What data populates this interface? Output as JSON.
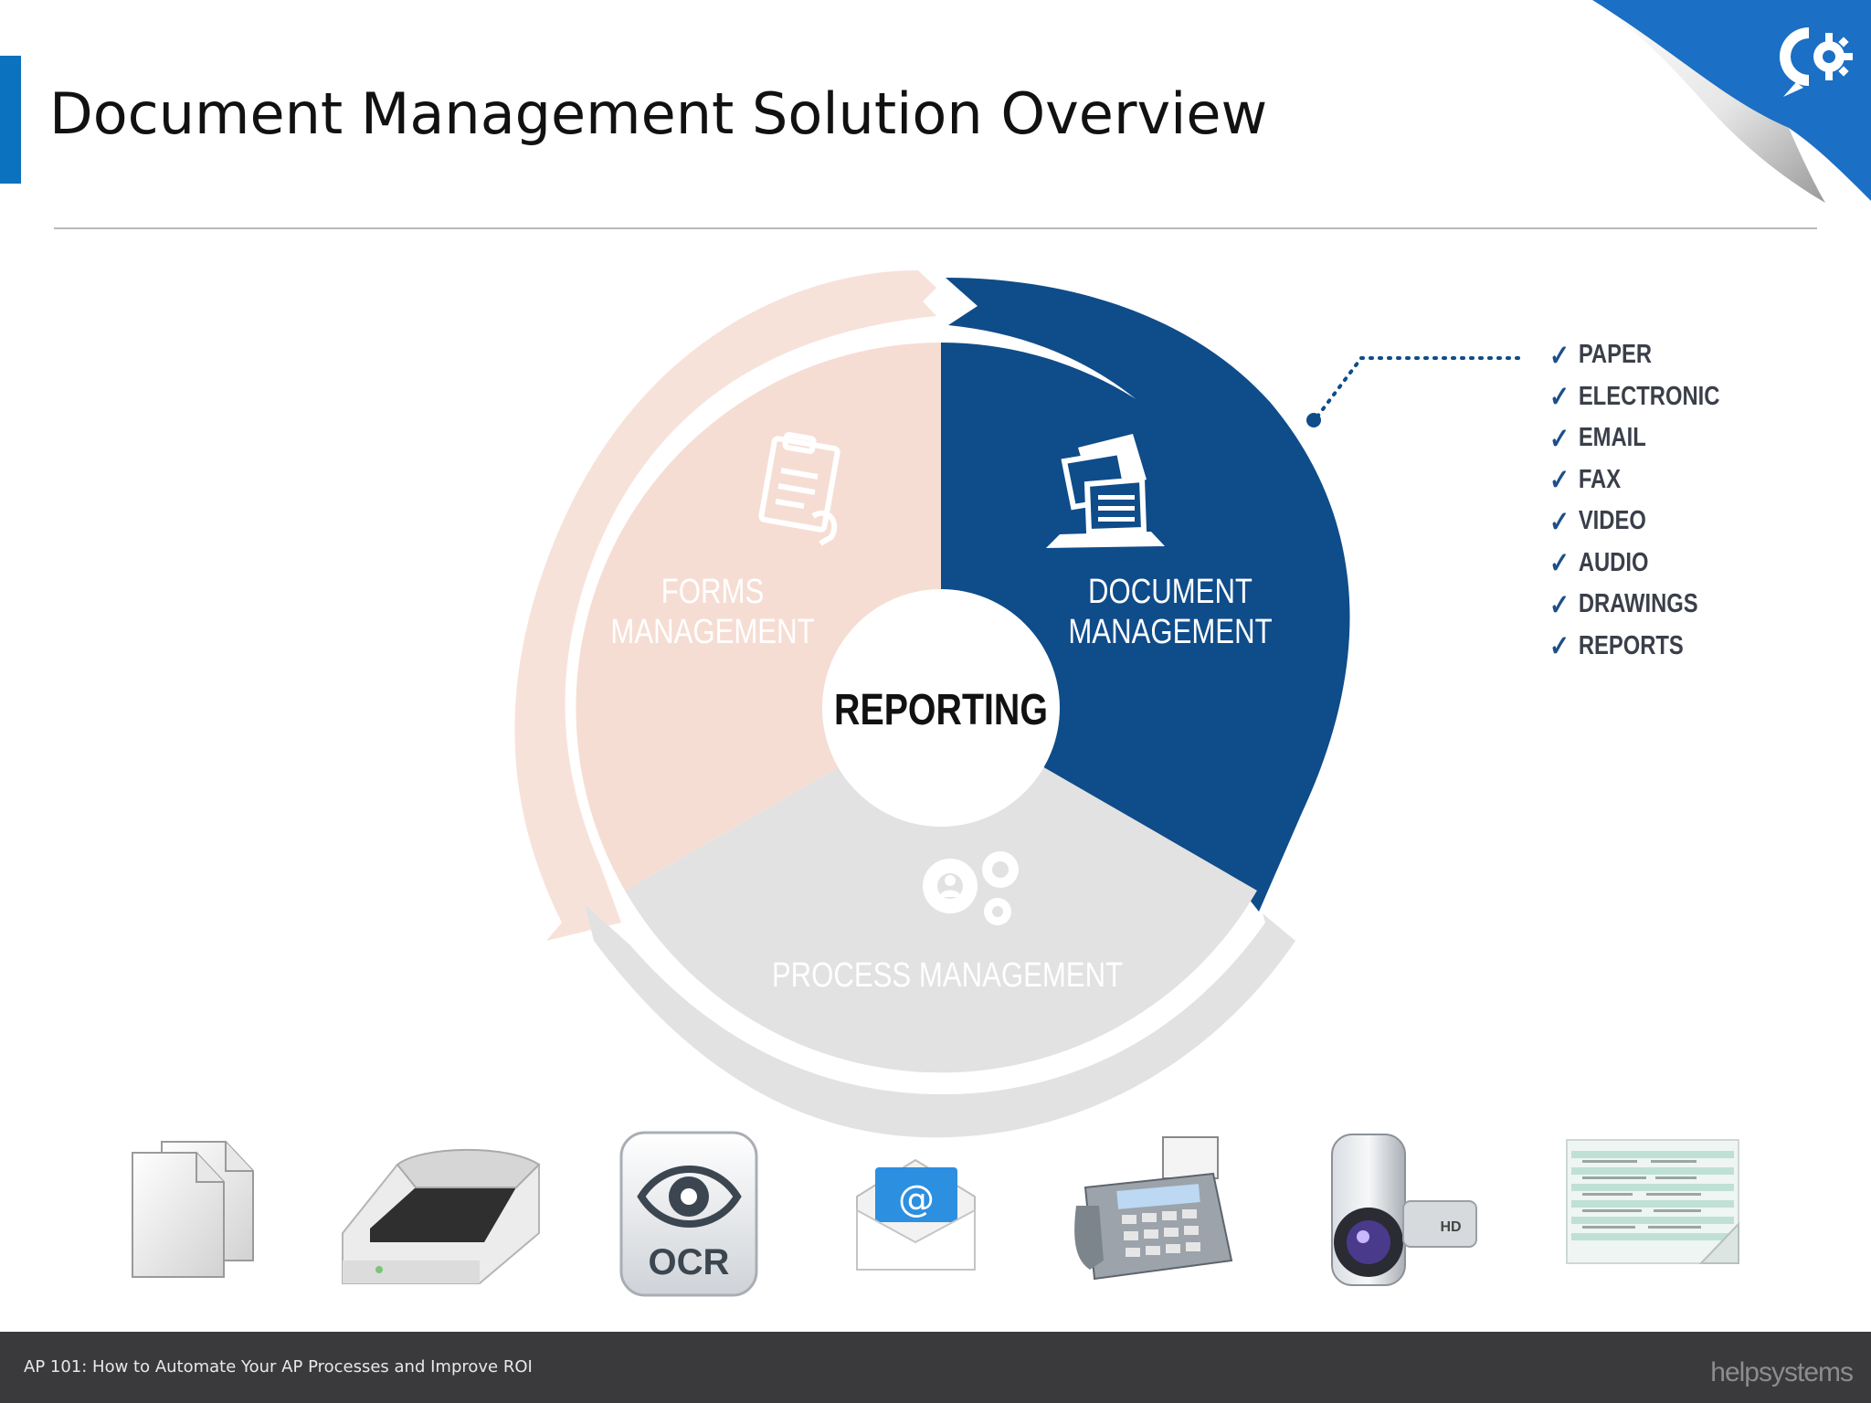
{
  "page": {
    "title": "Document Management Solution Overview",
    "footer_text": "AP 101: How to Automate Your AP Processes and Improve ROI",
    "logo_text": "helpsystems"
  },
  "diagram": {
    "center_label": "REPORTING",
    "segments": [
      {
        "line1": "DOCUMENT",
        "line2": "MANAGEMENT",
        "color": "#0f4c8a",
        "icon": "documents-laptop-icon"
      },
      {
        "line1": "PROCESS MANAGEMENT",
        "line2": "",
        "color": "#e2e2e2",
        "icon": "gears-icon"
      },
      {
        "line1": "FORMS",
        "line2": "MANAGEMENT",
        "color": "#f6ddd3",
        "icon": "clipboard-icon"
      }
    ]
  },
  "checklist": {
    "items": [
      "PAPER",
      "ELECTRONIC",
      "EMAIL",
      "FAX",
      "VIDEO",
      "AUDIO",
      "DRAWINGS",
      "REPORTS"
    ],
    "check_glyph": "✓"
  },
  "source_icons": [
    {
      "name": "paper-documents-icon"
    },
    {
      "name": "scanner-icon"
    },
    {
      "name": "ocr-icon",
      "label": "OCR"
    },
    {
      "name": "email-envelope-icon",
      "label": "@"
    },
    {
      "name": "fax-machine-icon"
    },
    {
      "name": "video-camera-icon",
      "label": "HD"
    },
    {
      "name": "report-printout-icon"
    }
  ],
  "colors": {
    "accent": "#0b72c0",
    "document_blue": "#0f4c8a",
    "forms_peach": "#f6ddd3",
    "process_gray": "#e2e2e2",
    "footer_bg": "#3a3a3c"
  }
}
